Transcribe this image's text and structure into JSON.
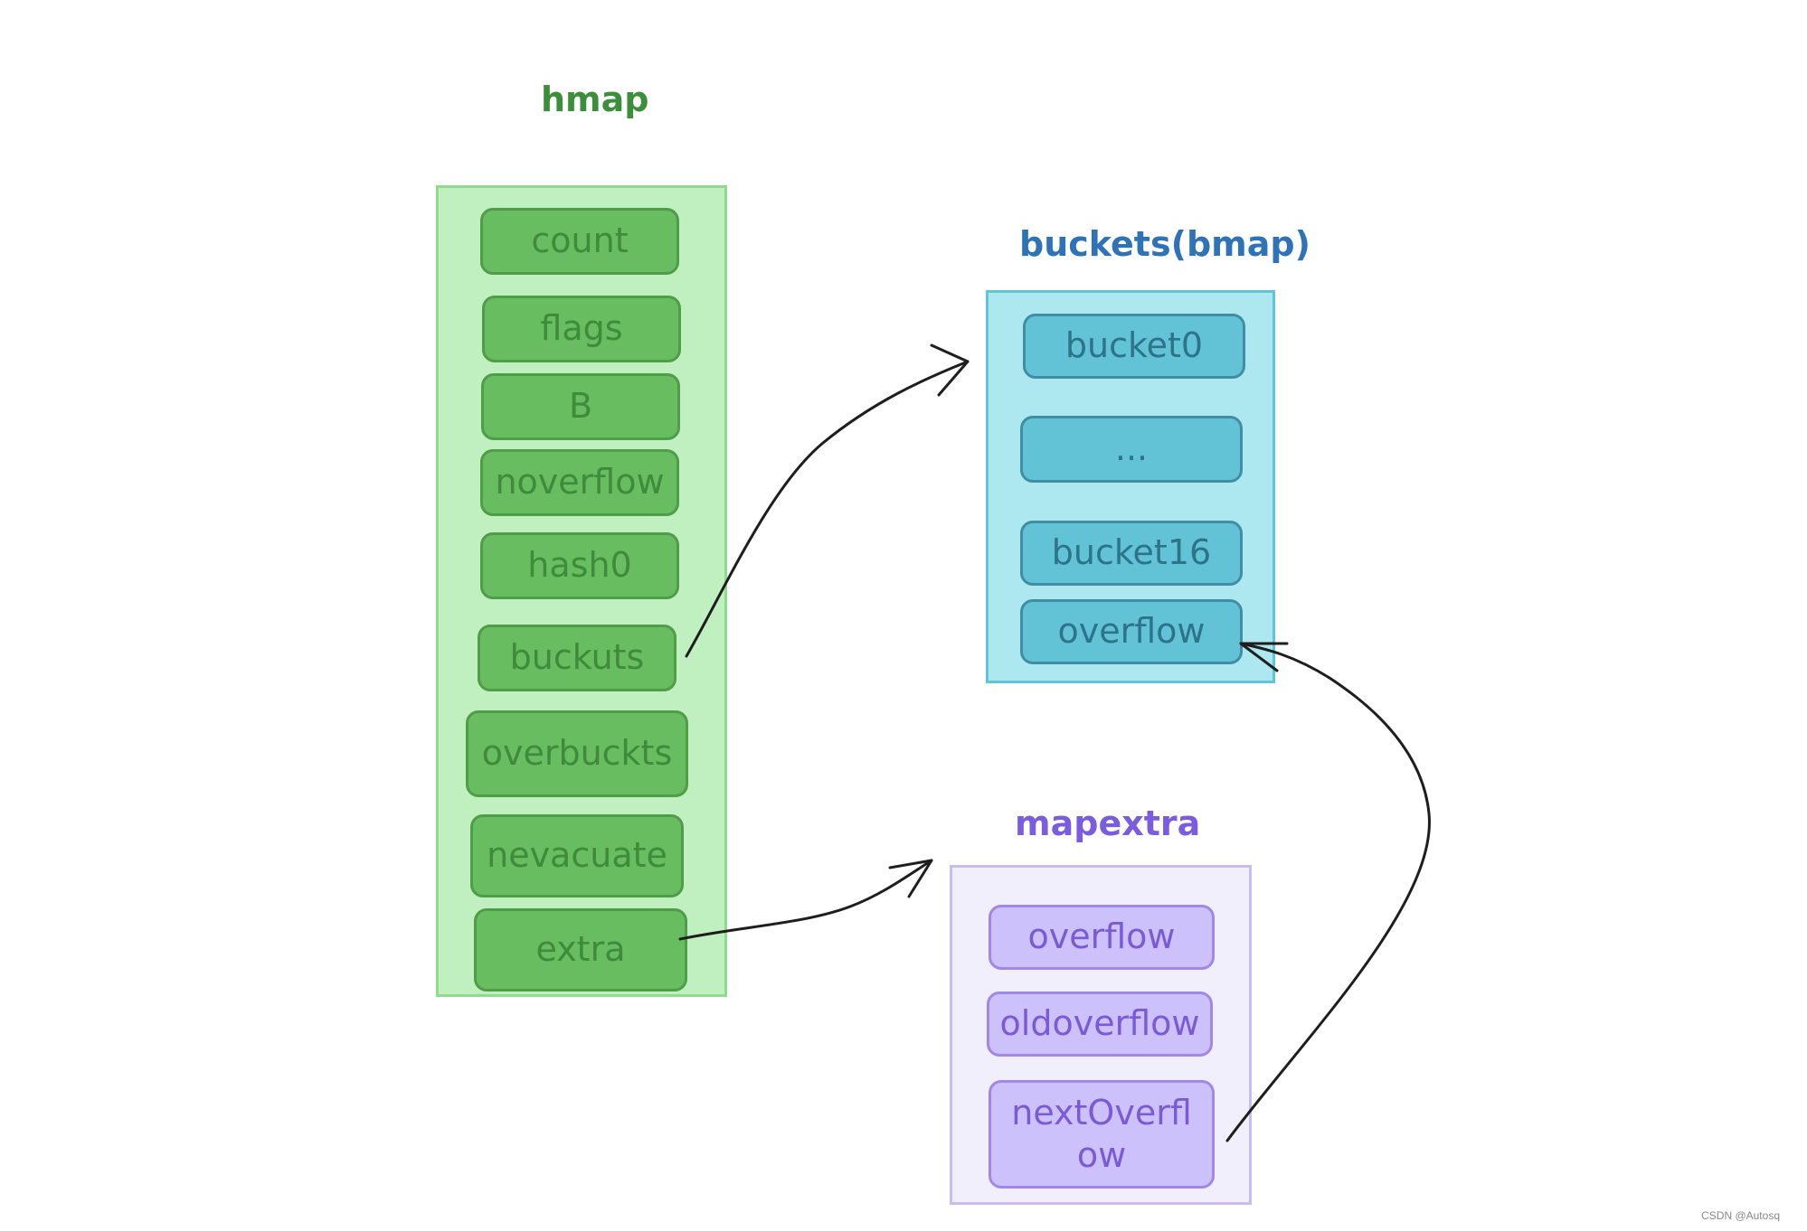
{
  "hmap": {
    "title": "hmap",
    "fields": [
      "count",
      "flags",
      "B",
      "noverflow",
      "hash0",
      "buckuts",
      "overbuckts",
      "nevacuate",
      "extra"
    ]
  },
  "buckets": {
    "title": "buckets(bmap)",
    "items": [
      "bucket0",
      "...",
      "bucket16",
      "overflow"
    ]
  },
  "mapextra": {
    "title": "mapextra",
    "items": [
      "overflow",
      "oldoverflow",
      "nextOverflow"
    ]
  },
  "watermark": "CSDN @Autosq",
  "colors": {
    "hmap_fill": "#c0f0bf",
    "hmap_field": "#67bd5f",
    "buckets_fill": "#ade7ef",
    "buckets_item": "#63c3d6",
    "mapextra_fill": "#f1effb",
    "mapextra_item": "#cdc1fb",
    "arrow": "#1e1e1e"
  }
}
